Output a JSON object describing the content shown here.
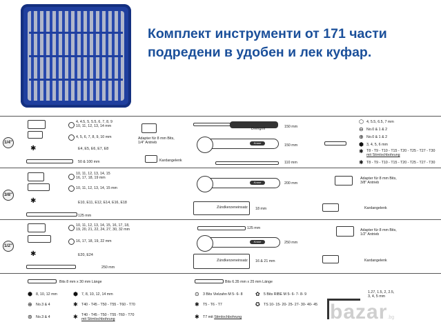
{
  "headline": {
    "line1": "Комплект инструменти от 171 части",
    "line2": "подредени в удобен и лек куфар."
  },
  "sections": {
    "s1": {
      "badge": "1/4\"",
      "socket_sizes_a": "4, 4.5, 5, 5.5, 6, 7, 8, 9",
      "socket_sizes_b": "10, 11, 12, 13, 14 mm",
      "deep_sizes": "4, 5, 6, 7, 8, 9, 10 mm",
      "torx_sizes": "E4, E5, E6, E7, E8",
      "ext_bars": "50 & 100 mm",
      "adapter_a": "Adapter für 8 mm Bits,",
      "adapter_b": "1/4\" Antrieb",
      "ujoint": "Kardangelenk",
      "driver_label": "Drehgriff",
      "driver_len": "150 mm",
      "ratchet_len": "150 mm",
      "tbar_len": "110 mm",
      "hex_sizes": "4, 5.5, 6.5, 7 mm",
      "phillips": "No.0 & 1 & 2",
      "pozi": "No.0 & 1 & 2",
      "hex_bits": "3, 4, 5, 6 mm",
      "torx_bits": "T8 - T9 - T10 - T15 - T20 - T25 - T27 - T30",
      "stirn_label": "mit Stirnlochbohrung",
      "torx_bits2": "T8 - T9 - T10 - T15 - T20 - T25 - T27 - T30"
    },
    "s2": {
      "badge": "3/8\"",
      "socket_sizes_a": "10, 11, 12, 13, 14, 15",
      "socket_sizes_b": "16, 17, 18, 19 mm",
      "deep_sizes": "10, 11, 12, 13, 14, 15 mm",
      "torx_sizes": "E10, E11, E12, E14, E16, E18",
      "ext_len": "125 mm",
      "ratchet_len": "200 mm",
      "adapter_a": "Adapter für 8 mm Bits,",
      "adapter_b": "3/8\" Antrieb",
      "spark_label": "Zündkerzeneinsatz",
      "spark_len": "18 mm",
      "ujoint": "Kardangelenk"
    },
    "s3": {
      "badge": "1/2\"",
      "socket_sizes_a": "10, 11, 12, 13, 14, 15, 16, 17, 18,",
      "socket_sizes_b": "19, 20, 21, 22, 24, 27, 30, 32 mm",
      "deep_sizes": "16, 17, 18, 19, 22 mm",
      "torx_sizes": "E20, E24",
      "ext_len": "125 mm",
      "tbar_len": "250 mm",
      "ratchet_len": "250 mm",
      "adapter_a": "Adapter für 8 mm Bits,",
      "adapter_b": "1/2\" Antrieb",
      "spark_label": "Zündkerzeneinsatz",
      "spark_len": "16 & 21 mm",
      "ujoint": "Kardangelenk"
    },
    "s4": {
      "bits_a_label": "Bits 8 mm x 30 mm Länge",
      "bits_b_label": "Bits 6.35 mm x 25 mm Länge",
      "hex1": "8, 10, 12 mm",
      "hex2": "7, 8, 10, 12, 14 mm",
      "ph": "No.3 & 4",
      "torx1": "T40 - T45 - T50 - T55 - T60 - T70",
      "pz": "No.3 & 4",
      "torx2": "T40 - T45 - T50 - T55 -T60 - T70",
      "stirn": "mit Stirnlochbohrung",
      "multi": "3 Bits Vielzahn M 5- 6- 8",
      "ribe": "5 Bits RIBE M 5- 6- 7- 8- 9",
      "ts1": "T5 - T6 - T7",
      "ts2": "TS 10- 15- 20- 25- 27- 30- 40- 45",
      "t7": "T7 mit",
      "t7b": "Stirnlochbohrung",
      "allen_a": "1.27, 1.5, 2, 2.5,",
      "allen_b": "3, 4, 5 mm"
    }
  },
  "watermark": "bazar",
  "watermark_tld": ".bg"
}
